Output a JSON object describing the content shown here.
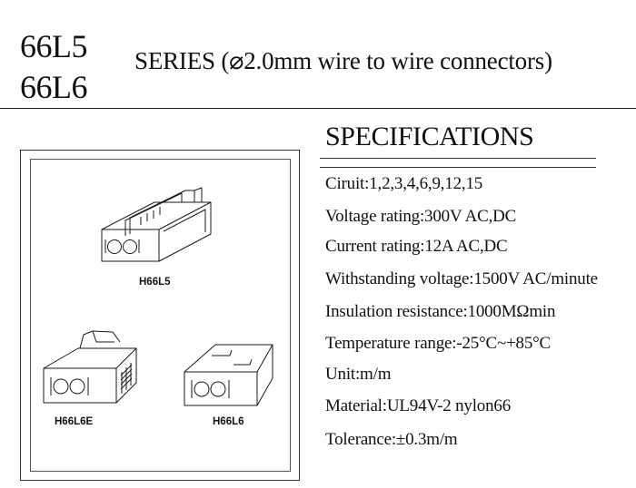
{
  "header": {
    "model_1": "66L5",
    "model_2": "66L6",
    "series_title": "SERIES (⌀2.0mm wire to wire connectors)"
  },
  "specifications": {
    "title": "SPECIFICATIONS",
    "items": [
      "Ciruit:1,2,3,4,6,9,12,15",
      "Voltage rating:300V AC,DC",
      "Current rating:12A AC,DC",
      "Withstanding voltage:1500V AC/minute",
      "Insulation resistance:1000MΩmin",
      "Temperature range:-25°C~+85°C",
      "Unit:m/m",
      "Material:UL94V-2 nylon66",
      "Tolerance:±0.3m/m"
    ]
  },
  "figures": {
    "top_label": "H66L5",
    "left_label": "H66L6E",
    "right_label": "H66L6"
  }
}
